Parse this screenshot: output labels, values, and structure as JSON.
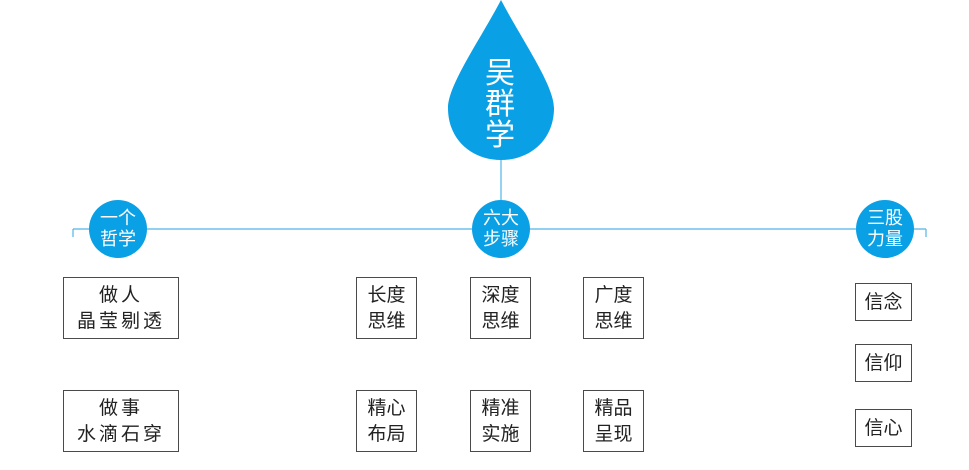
{
  "drop": {
    "line1": "吴",
    "line2": "群",
    "line3": "学"
  },
  "left": {
    "line1": "一个",
    "line2": "哲学",
    "boxes": [
      {
        "line1": "做人",
        "line2": "晶莹剔透"
      },
      {
        "line1": "做事",
        "line2": "水滴石穿"
      }
    ]
  },
  "middle": {
    "line1": "六大",
    "line2": "步骤",
    "boxes": [
      {
        "line1": "长度",
        "line2": "思维"
      },
      {
        "line1": "深度",
        "line2": "思维"
      },
      {
        "line1": "广度",
        "line2": "思维"
      },
      {
        "line1": "精心",
        "line2": "布局"
      },
      {
        "line1": "精准",
        "line2": "实施"
      },
      {
        "line1": "精品",
        "line2": "呈现"
      }
    ]
  },
  "right": {
    "line1": "三股",
    "line2": "力量",
    "boxes": [
      {
        "label": "信念"
      },
      {
        "label": "信仰"
      },
      {
        "label": "信心"
      }
    ]
  },
  "colors": {
    "accent": "#0aa0e6",
    "line": "#4fb4e8",
    "border": "#4a4a4a"
  }
}
